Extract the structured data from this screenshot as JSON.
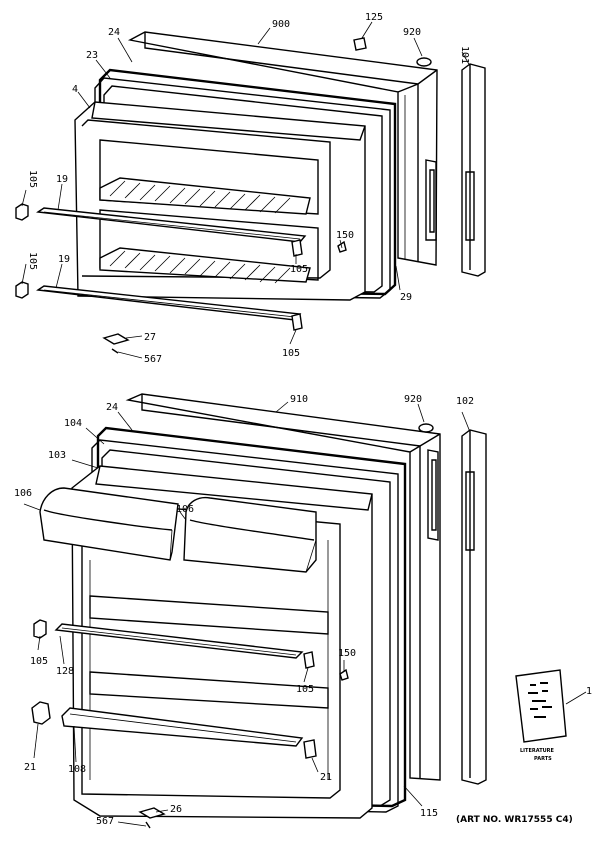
{
  "labels": {
    "fz_900": "900",
    "fz_125": "125",
    "fz_920": "920",
    "fz_101": "101",
    "fz_24": "24",
    "fz_23": "23",
    "fz_4": "4",
    "fz_105a": "105",
    "fz_19a": "19",
    "fz_150": "150",
    "fz_105b": "105",
    "fz_29": "29",
    "fz_105c": "105",
    "fz_19b": "19",
    "fz_27": "27",
    "fz_567": "567",
    "fz_105d": "105",
    "ff_910": "910",
    "ff_920": "920",
    "ff_102": "102",
    "ff_24": "24",
    "ff_104": "104",
    "ff_103": "103",
    "ff_106a": "106",
    "ff_106b": "106",
    "ff_105a": "105",
    "ff_128": "128",
    "ff_150": "150",
    "ff_105b": "105",
    "ff_1": "1",
    "ff_21a": "21",
    "ff_108": "108",
    "ff_21b": "21",
    "ff_115": "115",
    "ff_26": "26",
    "ff_567": "567"
  },
  "literature": {
    "line1": "LITERATURE",
    "line2": "PARTS"
  },
  "art_number": "(ART NO. WR17555 C4)"
}
